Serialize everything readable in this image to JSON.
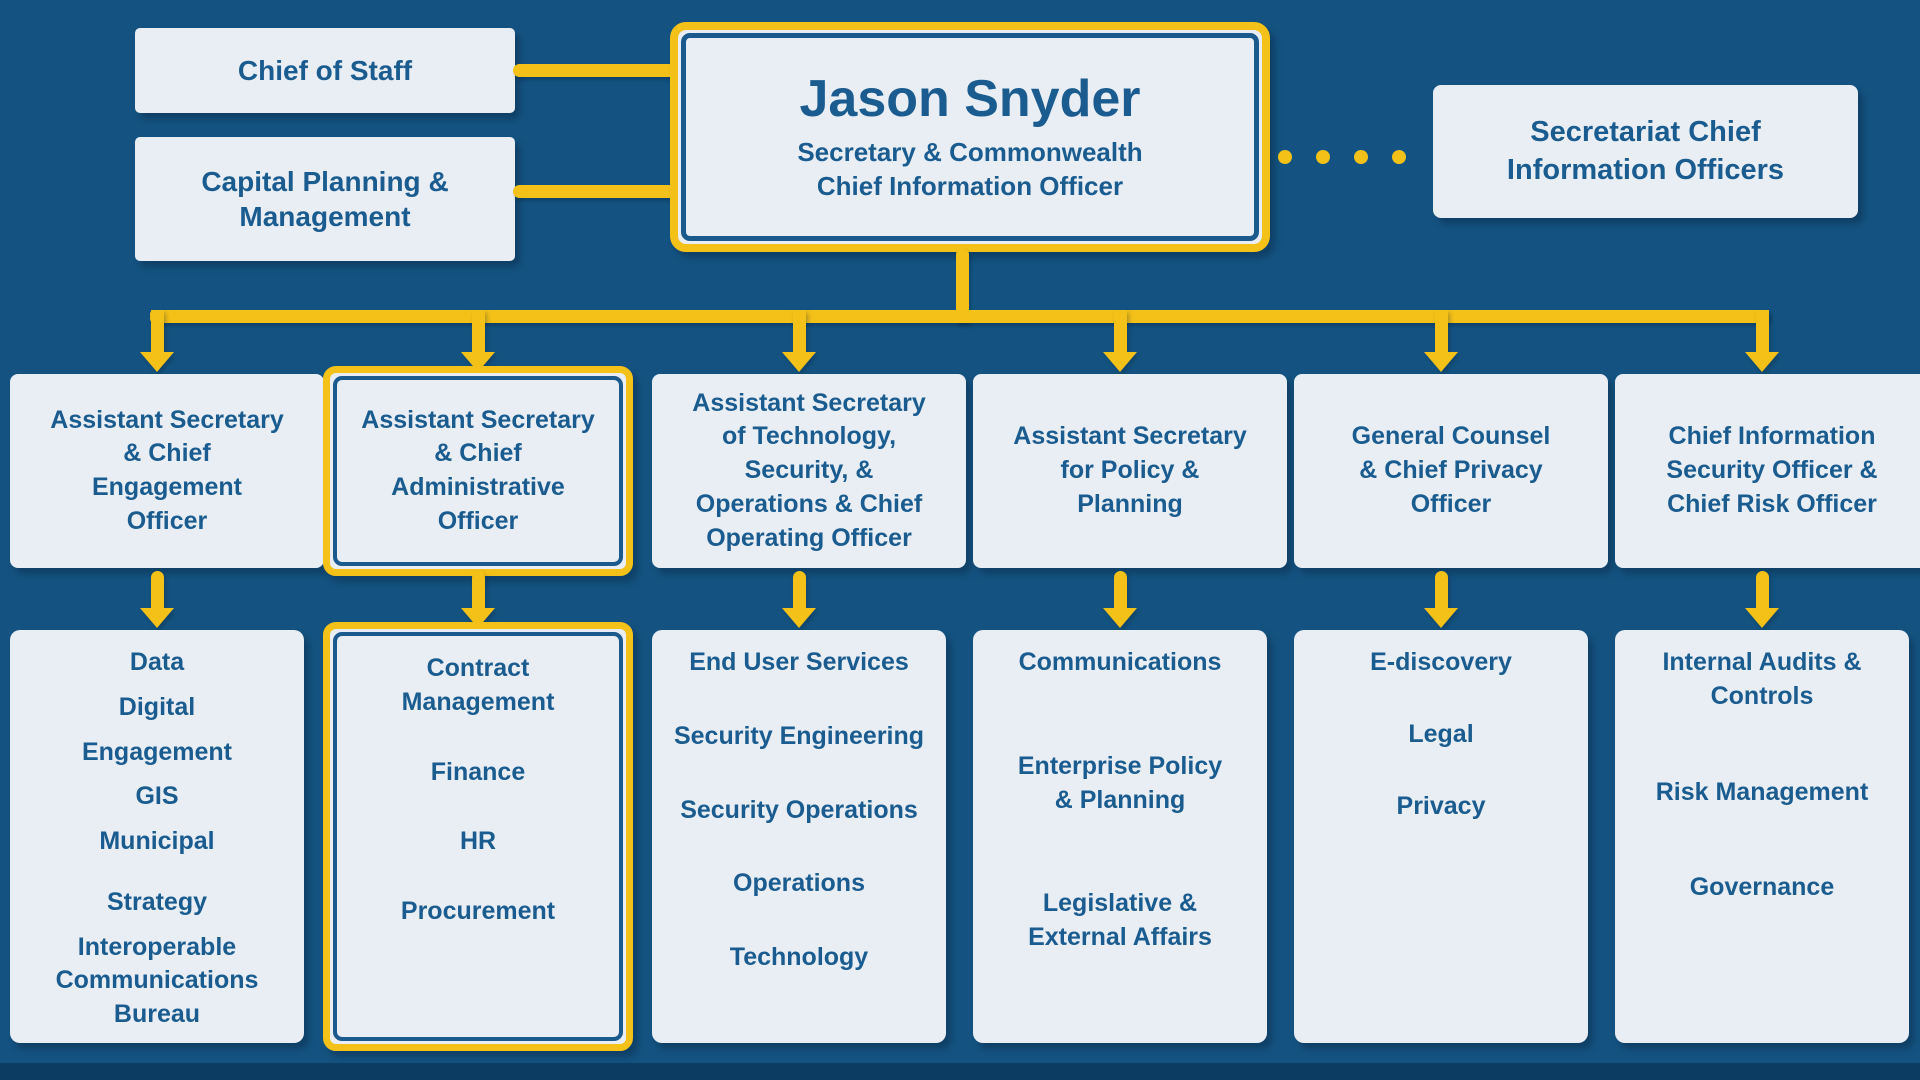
{
  "colors": {
    "background": "#145381",
    "panel_fill": "#E9EEF5",
    "text_blue": "#1A5C8F",
    "accent_gold": "#F4C118",
    "inner_border_blue": "#1B5A8C",
    "footer_strip": "#0D3C63"
  },
  "top": {
    "chief_of_staff": "Chief of Staff",
    "capital_planning": "Capital Planning &\nManagement",
    "ceo_name": "Jason Snyder",
    "ceo_title": "Secretary & Commonwealth\nChief Information Officer",
    "secretariat": "Secretariat Chief\nInformation Officers"
  },
  "columns": [
    {
      "title": "Assistant Secretary\n& Chief\nEngagement\nOfficer",
      "highlighted": false,
      "units": [
        "Data",
        "Digital",
        "Engagement",
        "GIS",
        "Municipal",
        "Strategy",
        "Interoperable\nCommunications\nBureau"
      ]
    },
    {
      "title": "Assistant Secretary\n& Chief\nAdministrative\nOfficer",
      "highlighted": true,
      "units": [
        "Contract\nManagement",
        "Finance",
        "HR",
        "Procurement"
      ]
    },
    {
      "title": "Assistant Secretary\nof Technology,\nSecurity, &\nOperations & Chief\nOperating Officer",
      "highlighted": false,
      "units": [
        "End User Services",
        "Security Engineering",
        "Security Operations",
        "Operations",
        "Technology"
      ]
    },
    {
      "title": "Assistant Secretary\nfor Policy &\nPlanning",
      "highlighted": false,
      "units": [
        "Communications",
        "Enterprise Policy\n& Planning",
        "Legislative &\nExternal Affairs"
      ]
    },
    {
      "title": "General Counsel\n& Chief Privacy\nOfficer",
      "highlighted": false,
      "units": [
        "E-discovery",
        "Legal",
        "Privacy"
      ]
    },
    {
      "title": "Chief Information\nSecurity Officer &\nChief Risk Officer",
      "highlighted": false,
      "units": [
        "Internal Audits &\nControls",
        "Risk Management",
        "Governance"
      ]
    }
  ]
}
